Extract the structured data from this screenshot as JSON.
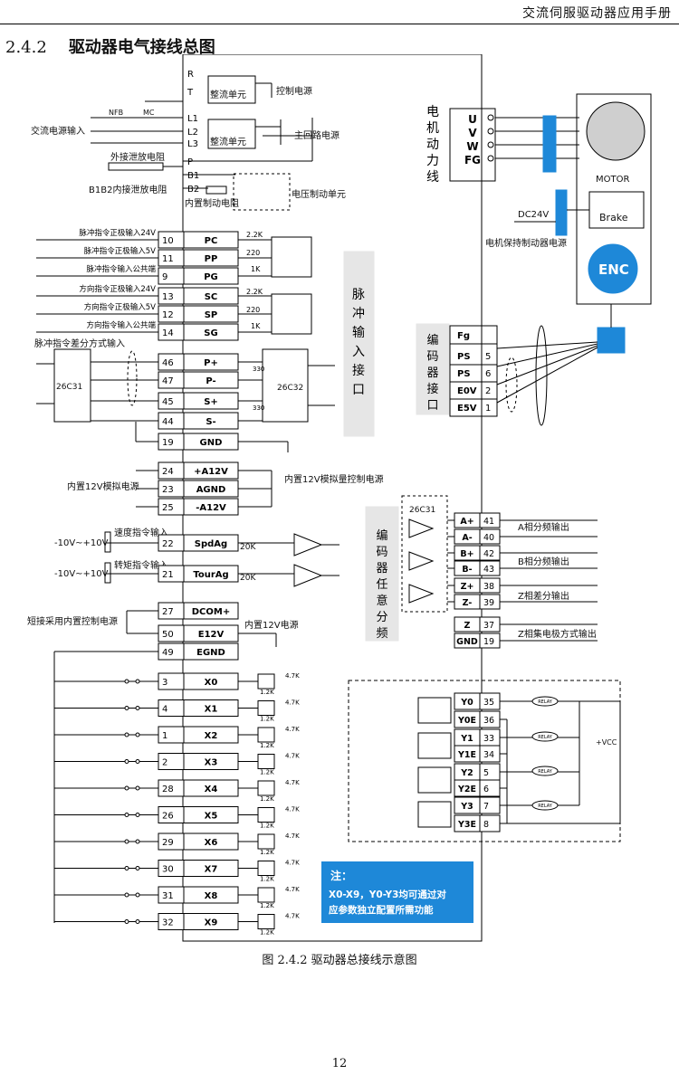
{
  "header": {
    "title": "交流伺服驱动器应用手册"
  },
  "section": {
    "number": "2.4.2",
    "title": "驱动器电气接线总图"
  },
  "power": {
    "terminals": [
      "R",
      "T",
      "L1",
      "L2",
      "L3",
      "P",
      "B1",
      "B2"
    ],
    "rect_unit": "整流单元",
    "control_power": "控制电源",
    "main_power": "主回路电源",
    "ac_input": "交流电源输入",
    "nfb": "NFB",
    "mc": "MC",
    "ext_resistor": "外接泄放电阻",
    "b1b2_note": "B1B2内接泄放电阻",
    "internal_brake_res": "内置制动电阻",
    "voltage_brake_unit": "电压制动单元"
  },
  "motor": {
    "vertical_label": [
      "电",
      "机",
      "动",
      "力",
      "线"
    ],
    "uvw": [
      "U",
      "V",
      "W",
      "FG"
    ],
    "motor": "MOTOR",
    "brake": "Brake",
    "dc24v": "DC24V",
    "brake_power": "电机保持制动器电源",
    "enc": "ENC"
  },
  "pulse": {
    "rows": [
      {
        "num": "10",
        "pin": "PC",
        "label": "脉冲指令正极输入24V"
      },
      {
        "num": "11",
        "pin": "PP",
        "label": "脉冲指令正极输入5V"
      },
      {
        "num": "9",
        "pin": "PG",
        "label": "脉冲指令输入公共端"
      },
      {
        "num": "13",
        "pin": "SC",
        "label": "方向指令正极输入24V"
      },
      {
        "num": "12",
        "pin": "SP",
        "label": "方向指令正极输入5V"
      },
      {
        "num": "14",
        "pin": "SG",
        "label": "方向指令输入公共端"
      }
    ],
    "r22k": "2.2K",
    "r220": "220",
    "r1k": "1K",
    "diff_title": "脉冲指令差分方式输入",
    "diff_rows": [
      {
        "num": "46",
        "pin": "P+"
      },
      {
        "num": "47",
        "pin": "P-"
      },
      {
        "num": "45",
        "pin": "S+"
      },
      {
        "num": "44",
        "pin": "S-"
      },
      {
        "num": "19",
        "pin": "GND"
      }
    ],
    "chip_in": "26C31",
    "chip_out": "26C32",
    "r330": "330",
    "iface_label": [
      "脉",
      "冲",
      "输",
      "入",
      "接",
      "口"
    ]
  },
  "encoder": {
    "iface_label": [
      "编",
      "码",
      "器",
      "接",
      "口"
    ],
    "rows": [
      {
        "pin": "Fg",
        "num": ""
      },
      {
        "pin": "PS",
        "num": "5"
      },
      {
        "pin": "PS",
        "num": "6"
      },
      {
        "pin": "E0V",
        "num": "2"
      },
      {
        "pin": "E5V",
        "num": "1"
      }
    ]
  },
  "analog": {
    "rows": [
      {
        "num": "24",
        "pin": "+A12V"
      },
      {
        "num": "23",
        "pin": "AGND"
      },
      {
        "num": "25",
        "pin": "-A12V"
      }
    ],
    "builtin_12v": "内置12V模拟电源",
    "builtin_12v_ctrl": "内置12V模拟量控制电源",
    "speed_in": "速度指令输入",
    "torque_in": "转矩指令输入",
    "range": "-10V~+10V",
    "speed_row": {
      "num": "22",
      "pin": "SpdAg"
    },
    "torque_row": {
      "num": "21",
      "pin": "TourAg"
    },
    "r20k": "20K"
  },
  "encoder_out": {
    "iface_label": [
      "编",
      "码",
      "器",
      "任",
      "意",
      "分",
      "频"
    ],
    "chip": "26C31",
    "rows": [
      {
        "pin": "A+",
        "num": "41"
      },
      {
        "pin": "A-",
        "num": "40"
      },
      {
        "pin": "B+",
        "num": "42"
      },
      {
        "pin": "B-",
        "num": "43"
      },
      {
        "pin": "Z+",
        "num": "38"
      },
      {
        "pin": "Z-",
        "num": "39"
      },
      {
        "pin": "Z",
        "num": "37"
      },
      {
        "pin": "GND",
        "num": "19"
      }
    ],
    "a_out": "A相分频输出",
    "b_out": "B相分频输出",
    "z_out": "Z相差分输出",
    "zc_out": "Z相集电极方式输出"
  },
  "dio": {
    "dcom": {
      "num": "27",
      "pin": "DCOM+"
    },
    "e12v": {
      "num": "50",
      "pin": "E12V"
    },
    "egnd": {
      "num": "49",
      "pin": "EGND"
    },
    "short_note": "短接采用内置控制电源",
    "builtin_12v": "内置12V电源",
    "inputs": [
      {
        "num": "3",
        "pin": "X0"
      },
      {
        "num": "4",
        "pin": "X1"
      },
      {
        "num": "1",
        "pin": "X2"
      },
      {
        "num": "2",
        "pin": "X3"
      },
      {
        "num": "28",
        "pin": "X4"
      },
      {
        "num": "26",
        "pin": "X5"
      },
      {
        "num": "29",
        "pin": "X6"
      },
      {
        "num": "30",
        "pin": "X7"
      },
      {
        "num": "31",
        "pin": "X8"
      },
      {
        "num": "32",
        "pin": "X9"
      }
    ],
    "r47k": "4.7K",
    "r12k": "1.2K",
    "outputs": [
      {
        "pin": "Y0",
        "num": "35"
      },
      {
        "pin": "Y0E",
        "num": "36"
      },
      {
        "pin": "Y1",
        "num": "33"
      },
      {
        "pin": "Y1E",
        "num": "34"
      },
      {
        "pin": "Y2",
        "num": "5"
      },
      {
        "pin": "Y2E",
        "num": "6"
      },
      {
        "pin": "Y3",
        "num": "7"
      },
      {
        "pin": "Y3E",
        "num": "8"
      }
    ],
    "relay": "RELAY",
    "vcc": "+VCC"
  },
  "note": {
    "title": "注：",
    "line1": "X0-X9，Y0-Y3均可通过对",
    "line2": "应参数独立配置所需功能"
  },
  "caption": "图 2.4.2  驱动器总接线示意图",
  "page_number": "12"
}
